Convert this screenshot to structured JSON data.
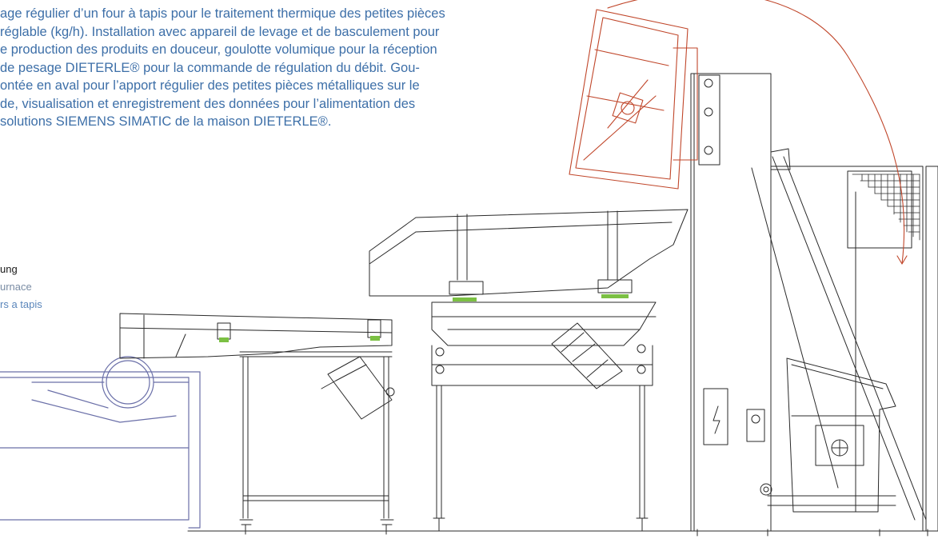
{
  "description": {
    "lines": [
      "age régulier d’un four à tapis pour le traitement thermique des petites pièces",
      "réglable (kg/h). Installation avec appareil de levage et de basculement pour",
      "e production des produits en douceur, goulotte volumique pour la réception",
      "de pesage  DIETERLE® pour la commande de régulation du débit. Gou-",
      "ontée en aval pour l’apport régulier des petites pièces métalliques sur le",
      "de, visualisation et enregistrement des données pour l’alimentation des",
      "solutions SIEMENS SIMATIC de la maison DIETERLE®."
    ]
  },
  "captions": {
    "de": "ung",
    "en": "urnace",
    "fr": "rs a tapis"
  },
  "colors": {
    "text_blue": "#3d6fa8",
    "drawing_black": "#2a2a2a",
    "drawing_red": "#c0462a",
    "drawing_blue": "#6a6fa8",
    "drawing_green": "#7bc043"
  }
}
